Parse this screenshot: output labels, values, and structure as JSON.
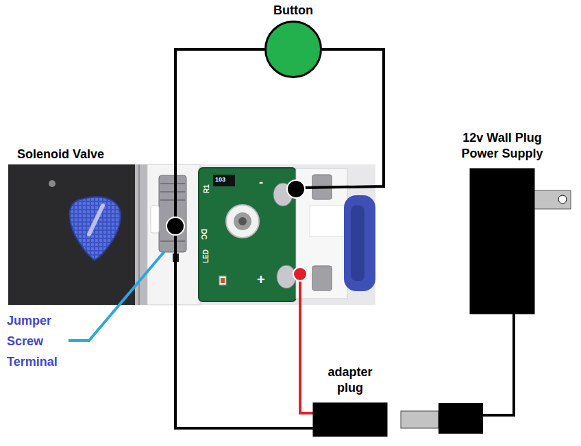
{
  "diagram": {
    "nodes": [
      {
        "text": [
          "Button"
        ]
      },
      {
        "text": [
          "12v Wall Plug Power Supply"
        ]
      },
      {
        "text": [
          "adapter plug"
        ]
      }
    ],
    "edges": [
      {
        "from": 0,
        "to": 2,
        "arrow": "none"
      }
    ],
    "labels": [
      "Solenoid Valve",
      "Jumper Screw Terminal",
      "103",
      "R1",
      "DC",
      "LED",
      "-",
      "+"
    ]
  }
}
